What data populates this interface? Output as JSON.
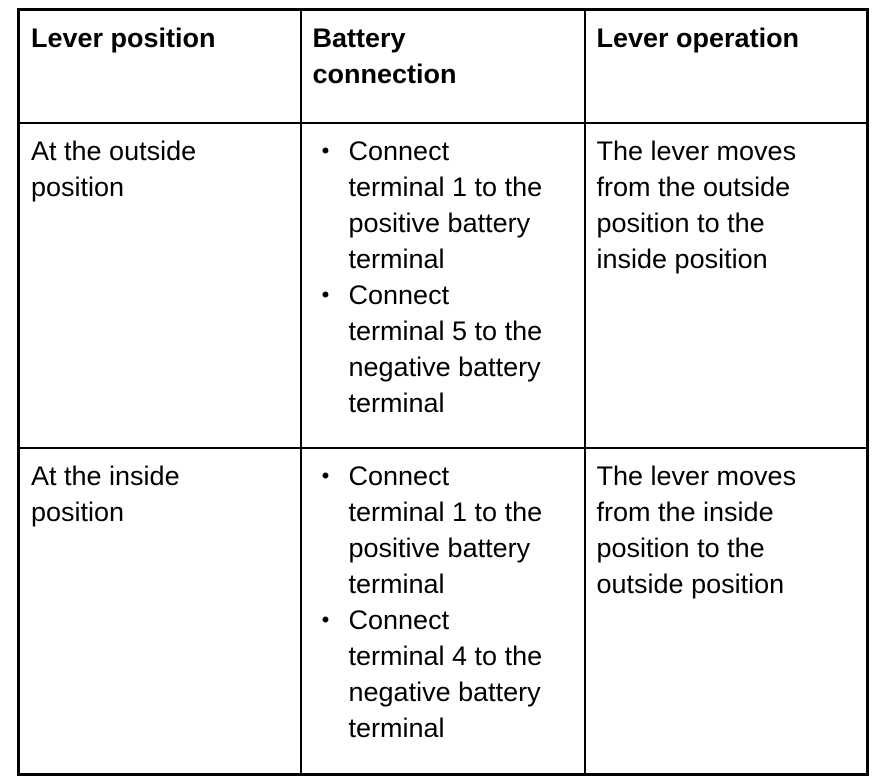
{
  "table": {
    "columns": [
      {
        "header": "Lever position"
      },
      {
        "header": "Battery\nconnection"
      },
      {
        "header": "Lever operation"
      }
    ],
    "bullet_glyph": "•",
    "rows": [
      {
        "lever_position": "At the outside\nposition",
        "battery_connection": [
          "Connect\nterminal 1 to the\npositive battery\nterminal",
          "Connect\nterminal 5 to the\nnegative battery\nterminal"
        ],
        "lever_operation": "The lever moves\nfrom the outside\nposition to the\ninside position"
      },
      {
        "lever_position": "At the inside\nposition",
        "battery_connection": [
          "Connect\nterminal 1 to the\npositive battery\nterminal",
          "Connect\nterminal 4 to the\nnegative battery\nterminal"
        ],
        "lever_operation": "The lever moves\nfrom the inside\nposition to the\noutside position"
      }
    ]
  },
  "colors": {
    "border": "#000000",
    "text": "#000000",
    "background": "#ffffff"
  }
}
